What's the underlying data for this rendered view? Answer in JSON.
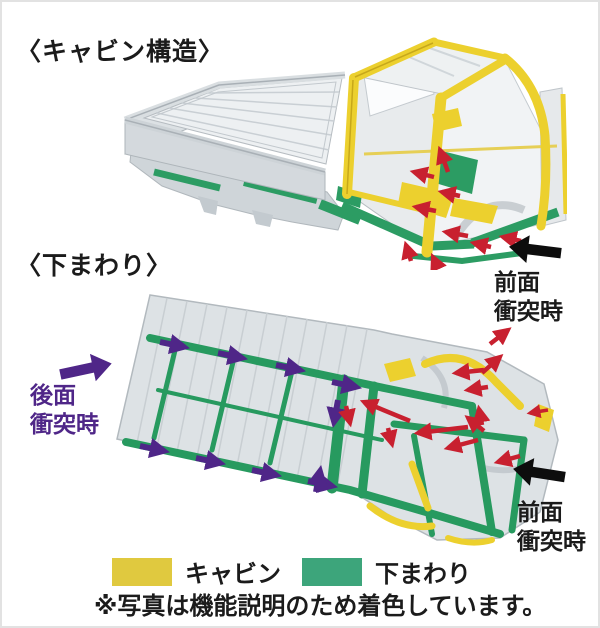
{
  "sections": {
    "cabin": {
      "heading": "〈キャビン構造〉"
    },
    "underbody": {
      "heading": "〈下まわり〉"
    }
  },
  "annotations": {
    "front_collision_top": "前面\n衝突時",
    "front_collision_bottom": "前面\n衝突時",
    "rear_collision": "後面\n衝突時"
  },
  "legend": {
    "items": [
      {
        "label": "キャビン",
        "color": "#e0c93f"
      },
      {
        "label": "下まわり",
        "color": "#3da57b"
      }
    ]
  },
  "footnote": "※写真は機能説明のため着色しています。",
  "icons": {
    "front_collision_arrow": "fat-left-arrow",
    "rear_collision_arrow": "fat-right-arrow",
    "load_path_arrows": "small-directional-arrows"
  },
  "colors": {
    "cabin_yellow": "#ecd02e",
    "underbody_green": "#2c9c63",
    "load_arrow_red": "#c8202f",
    "rear_arrow_purple": "#4f2688",
    "front_arrow_black": "#0d0d0d",
    "body_gray": "#dde2e5",
    "page_border": "#e2e2e2"
  }
}
